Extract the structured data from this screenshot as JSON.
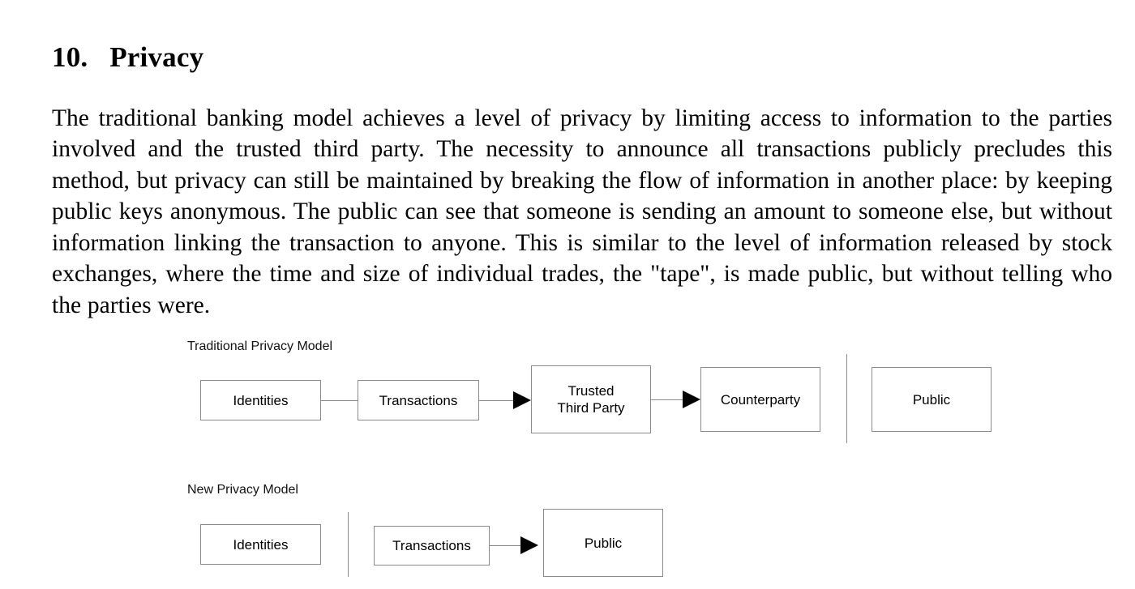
{
  "document": {
    "section_number": "10.",
    "section_title": "Privacy",
    "heading": "10.   Privacy",
    "body_paragraph": "The traditional banking model achieves a level of privacy by limiting access to information to the parties involved and the trusted third party.  The necessity to announce all transactions publicly precludes this method, but privacy can still be maintained by breaking the flow of information in another place: by keeping public keys anonymous.  The public can see that someone is sending an amount to someone else, but without information linking the transaction to anyone.  This is similar to the level of information released by stock exchanges, where the time and size of individual trades, the \"tape\", is made public, but without telling who the parties were."
  },
  "diagrams": [
    {
      "id": "traditional-privacy-model",
      "title": "Traditional Privacy Model",
      "nodes": [
        {
          "id": "identities",
          "label": "Identities"
        },
        {
          "id": "transactions",
          "label": "Transactions"
        },
        {
          "id": "trusted-third-party",
          "label": "Trusted\nThird Party"
        },
        {
          "id": "counterparty",
          "label": "Counterparty"
        },
        {
          "id": "public",
          "label": "Public"
        }
      ],
      "edges": [
        {
          "from": "identities",
          "to": "transactions",
          "arrow": false
        },
        {
          "from": "transactions",
          "to": "trusted-third-party",
          "arrow": true
        },
        {
          "from": "trusted-third-party",
          "to": "counterparty",
          "arrow": true
        }
      ],
      "divider": {
        "position": "before-public",
        "orientation": "vertical"
      }
    },
    {
      "id": "new-privacy-model",
      "title": "New Privacy Model",
      "nodes": [
        {
          "id": "identities",
          "label": "Identities"
        },
        {
          "id": "transactions",
          "label": "Transactions"
        },
        {
          "id": "public",
          "label": "Public"
        }
      ],
      "edges": [
        {
          "from": "transactions",
          "to": "public",
          "arrow": true
        }
      ],
      "divider": {
        "position": "after-identities",
        "orientation": "vertical"
      }
    }
  ],
  "colors": {
    "page_background": "#ffffff",
    "text": "#000000",
    "box_border": "#8a8a8a",
    "arrow_fill": "#000000"
  }
}
